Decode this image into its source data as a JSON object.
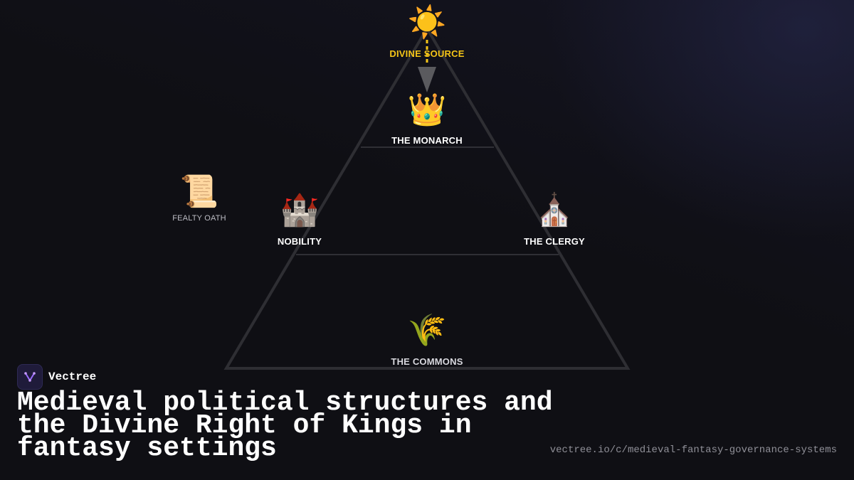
{
  "diagram": {
    "nodes": {
      "divine_source": {
        "icon": "☀️",
        "icon_name": "sun-icon",
        "label": "DIVINE SOURCE"
      },
      "monarch": {
        "icon": "👑",
        "icon_name": "crown-icon",
        "label": "THE MONARCH"
      },
      "nobility": {
        "icon": "🏰",
        "icon_name": "castle-icon",
        "label": "NOBILITY"
      },
      "clergy": {
        "icon": "⛪",
        "icon_name": "church-icon",
        "label": "THE CLERGY"
      },
      "fealty_oath": {
        "icon": "📜",
        "icon_name": "scroll-icon",
        "label": "FEALTY OATH"
      },
      "commons": {
        "icon": "🌾",
        "icon_name": "wheat-icon",
        "label": "THE COMMONS"
      }
    },
    "colors": {
      "accent_gold": "#f5c518",
      "pyramid_stroke": "#2e2e33",
      "arrow": "#5a5a5e"
    }
  },
  "brand": {
    "name": "Vectree",
    "logo_icon": "vectree-logo-icon"
  },
  "title": "Medieval political structures and the Divine Right of Kings in fantasy settings",
  "url": "vectree.io/c/medieval-fantasy-governance-systems"
}
